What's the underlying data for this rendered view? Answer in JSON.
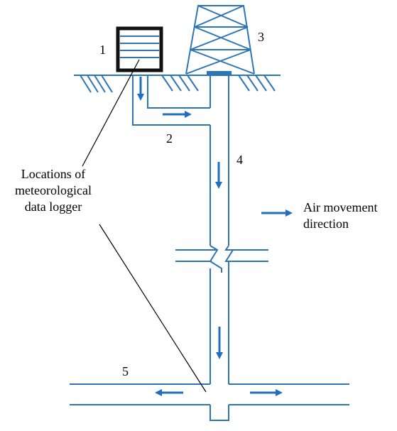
{
  "labels": {
    "n1": "1",
    "n2": "2",
    "n3": "3",
    "n4": "4",
    "n5": "5",
    "logger_line1": "Locations of",
    "logger_line2": "meteorological",
    "logger_line3": "data logger",
    "legend_line1": "Air movement",
    "legend_line2": "direction"
  },
  "colors": {
    "duct": "#2e75b6",
    "arrow": "#1f6fbf",
    "ground": "#2e75b6",
    "text": "#000000",
    "logger_frame": "#111111"
  }
}
